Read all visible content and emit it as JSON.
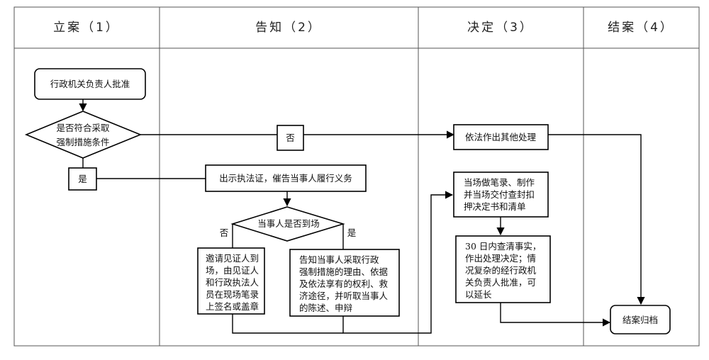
{
  "lanes": [
    {
      "title": "立案（1）"
    },
    {
      "title": "告知（2）"
    },
    {
      "title": "决定（3）"
    },
    {
      "title": "结案（4）"
    }
  ],
  "nodes": {
    "approval": "行政机关负责人批准",
    "decision_condition": [
      "是否符合采取",
      "强制措施条件"
    ],
    "label_no_main": "否",
    "label_yes_main": "是",
    "other_handling": "依法作出其他处理",
    "show_certificate": "出示执法证，催告当事人履行义务",
    "decision_present": "当事人是否到场",
    "label_no_present": "否",
    "label_yes_present": "是",
    "witness_box": [
      "邀请见证人到",
      "场，由见证人",
      "和行政执法人",
      "员在现场笔录",
      "上签名或盖章"
    ],
    "notify_box": [
      "告知当事人采取行政",
      "强制措施的理由、依据",
      "及依法享有的权利、救",
      "济途径，并听取当事人",
      "的陈述、申辩"
    ],
    "onsite_record": [
      "当场做笔录、制作",
      "并当场交付查封扣",
      "押决定书和清单"
    ],
    "thirty_days": [
      "30 日内查清事实，",
      "作出处理决定；情",
      "况复杂的经行政机",
      "关负责人批准，可",
      "以延长"
    ],
    "archive": "结案归档"
  }
}
